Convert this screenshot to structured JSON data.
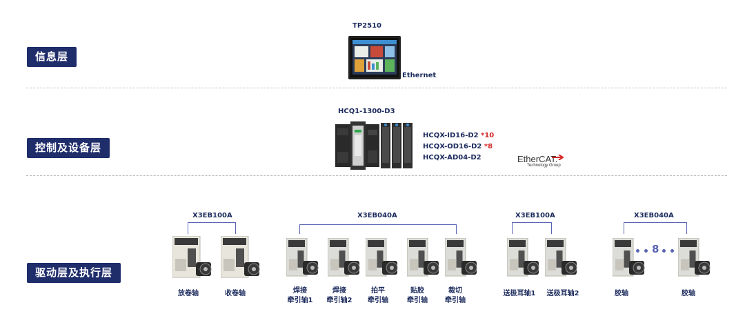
{
  "layers": {
    "info": "信息层",
    "control": "控制及设备层",
    "drive": "驱动层及执行层"
  },
  "info_layer": {
    "hmi_model": "TP2510",
    "network": "Ethernet"
  },
  "control_layer": {
    "plc_model": "HCQ1-1300-D3",
    "modules": [
      {
        "name": "HCQX-ID16-D2",
        "qty": "*10"
      },
      {
        "name": "HCQX-OD16-D2",
        "qty": "*8"
      },
      {
        "name": "HCQX-AD04-D2",
        "qty": ""
      }
    ],
    "bus_logo_main": "EtherCAT.",
    "bus_logo_sub": "Technology Group"
  },
  "drive_layer": {
    "groups": [
      {
        "model": "X3EB100A",
        "axes": [
          "放卷轴",
          "收卷轴"
        ]
      },
      {
        "model": "X3EB040A",
        "axes": [
          "焊接\n牵引轴1",
          "焊接\n牵引轴2",
          "拍平\n牵引轴",
          "贴胶\n牵引轴",
          "裁切\n牵引轴"
        ]
      },
      {
        "model": "X3EB100A",
        "axes": [
          "送极耳轴1",
          "送极耳轴2"
        ]
      },
      {
        "model": "X3EB040A",
        "axes": [
          "胶轴",
          "胶轴"
        ],
        "count_label": "8"
      }
    ]
  },
  "colors": {
    "badge": "#1f2d6b",
    "text": "#1b2a5c",
    "bracket": "#5a64b4",
    "highlight": "#d62828",
    "drive_100A_body": "#e8e6dc",
    "drive_040A_body": "#dcdcd8"
  }
}
